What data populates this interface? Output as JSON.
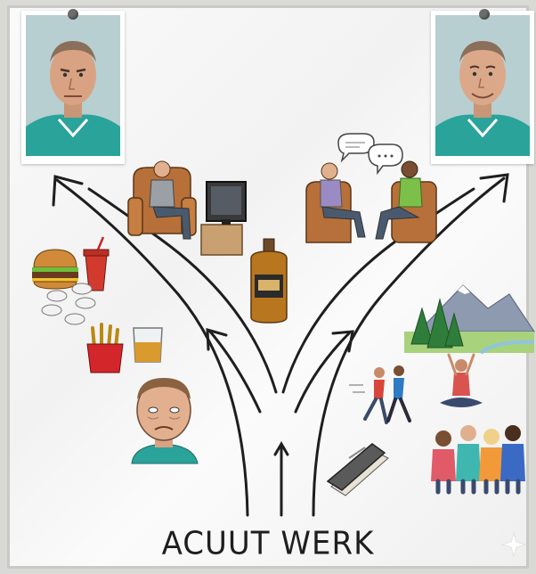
{
  "caption": "ACUUT WERK",
  "left_photo": {
    "expression": "stern"
  },
  "right_photo": {
    "expression": "smiling"
  },
  "left_path_items": [
    "armchair-tv",
    "whiskey-bottle",
    "burger",
    "soda-cup",
    "pills",
    "fries",
    "whiskey-glass",
    "tired-face"
  ],
  "right_path_items": [
    "therapy-session",
    "mountains-forest",
    "runners",
    "meditation",
    "book",
    "group-of-friends"
  ],
  "colors": {
    "shirt": "#2aa39a",
    "ink": "#1e1e1e",
    "board": "#f6f6f5"
  }
}
